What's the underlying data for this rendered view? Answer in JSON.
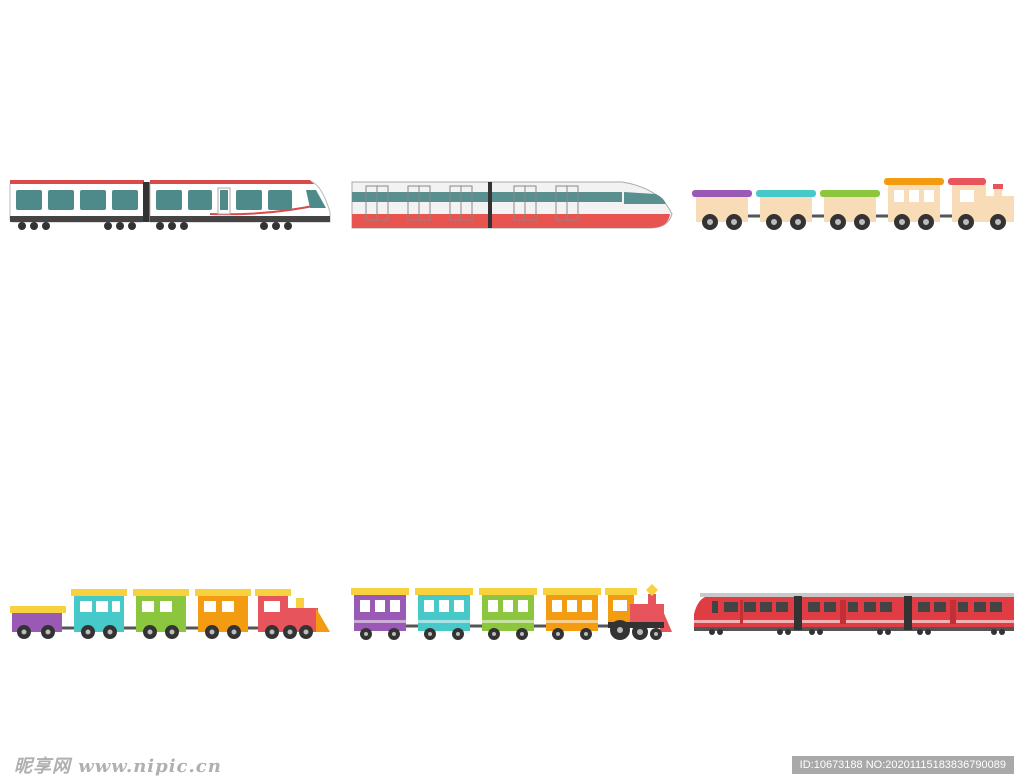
{
  "illustration": {
    "trains": [
      {
        "name": "white-commuter-train",
        "colors": {
          "body": "#ffffff",
          "stripe": "#d94a4a",
          "window": "#4f8a8b",
          "undercarriage": "#333333"
        }
      },
      {
        "name": "white-high-speed-train",
        "colors": {
          "body": "#f2f2f2",
          "stripe": "#e85450",
          "window": "#5a8f90",
          "outline": "#999999"
        }
      },
      {
        "name": "pastel-toy-train",
        "colors": {
          "car": "#f8dcb8",
          "roofs": [
            "#9b59b6",
            "#48c9c9",
            "#8cc63f",
            "#f39c12",
            "#e8545c"
          ],
          "wheel": "#333333"
        }
      },
      {
        "name": "colorful-toy-train-left",
        "colors": {
          "cars": [
            "#9b59b6",
            "#48c9c9",
            "#8cc63f",
            "#f39c12",
            "#e8545c"
          ],
          "roof": "#f7d23e",
          "wheel": "#333333"
        }
      },
      {
        "name": "colorful-steam-train",
        "colors": {
          "cars": [
            "#9b59b6",
            "#48c9c9",
            "#8cc63f",
            "#f39c12",
            "#e8545c"
          ],
          "roof": "#f7d23e",
          "wheel": "#333333"
        }
      },
      {
        "name": "red-passenger-train",
        "colors": {
          "body": "#e03c44",
          "window": "#444444",
          "door": "#c22f37",
          "roof": "#c9c9c9"
        }
      }
    ]
  },
  "watermark": {
    "left": "昵享网 www.nipic.cn",
    "right": "ID:10673188 NO:20201115183836790089"
  }
}
